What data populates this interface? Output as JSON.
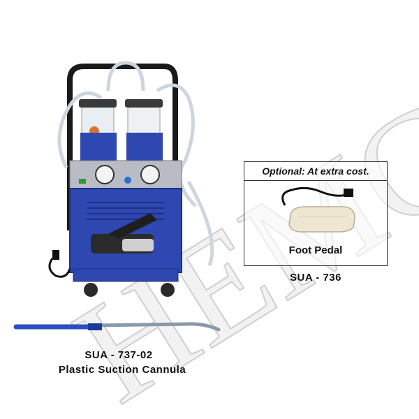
{
  "watermark": {
    "text": "HEMC",
    "color": "#d6d6d6"
  },
  "product": {
    "colors": {
      "body": "#2f47b0",
      "body_dark": "#1d2f86",
      "panel": "#b9bcc4",
      "gauge": "#f4f4f4"
    }
  },
  "cannula": {
    "model": "SUA - 737-02",
    "name": "Plastic Suction Cannula",
    "color": "#2b4fbf"
  },
  "optional": {
    "header": "Optional: At extra cost.",
    "item_label": "Foot Pedal",
    "model": "SUA - 736",
    "pedal_color": "#efe6d2"
  }
}
